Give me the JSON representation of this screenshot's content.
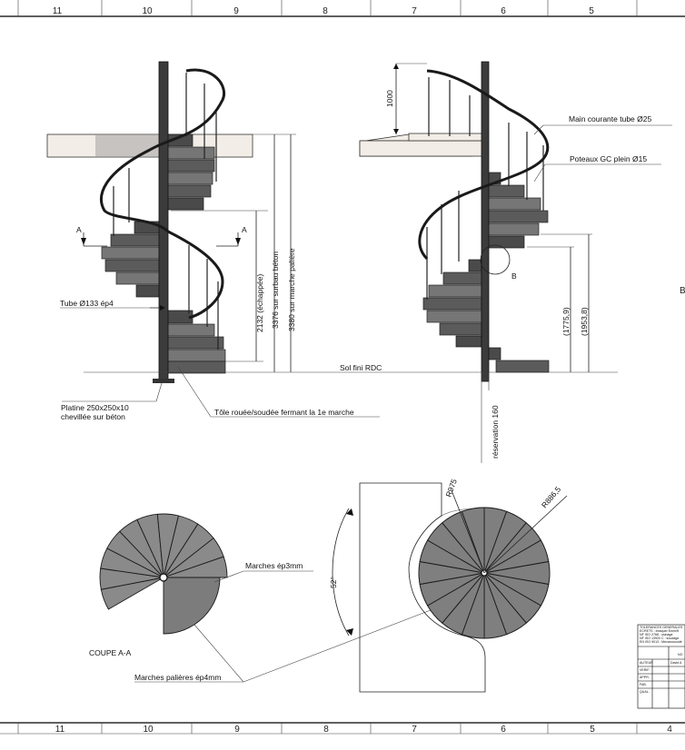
{
  "ruler": {
    "top_numbers": [
      "11",
      "10",
      "9",
      "8",
      "7",
      "6",
      "5"
    ],
    "bottom_numbers": [
      "11",
      "10",
      "9",
      "8",
      "7",
      "6",
      "5",
      "4"
    ]
  },
  "labels": {
    "section_mark_left": "A",
    "section_mark_right": "A",
    "detail_b": "B",
    "border_letter": "B",
    "tube": "Tube Ø133 ép4",
    "platine": "Platine 250x250x10",
    "platine_line2": "chevillée sur béton",
    "tole": "Tôle rouée/soudée fermant la 1e marche",
    "sol": "Sol fini RDC",
    "main_courante": "Main courante tube Ø25",
    "poteaux": "Poteaux GC plein Ø15",
    "marches": "Marches ép3mm",
    "marches_palieres": "Marches palières ép4mm",
    "coupe": "COUPE A-A"
  },
  "dimensions": {
    "echappee": "2132 (échappée)",
    "surbau": "3376 sur surbau béton",
    "marche_paliere": "3380 sur marche palière",
    "rail_height": "1000",
    "h1": "(1775,9)",
    "h2": "(1953,8)",
    "reservation": "réservation 160",
    "angle": "52°",
    "r975": "R975",
    "r886": "R886,5"
  },
  "title_block": {
    "notes": [
      "TOLERANCES GENERALES",
      "ECRETS : ebaquer Emm/ft",
      "NF ISO 2768 : usinage",
      "NF ISO 13920 C : soudage",
      "EN ISO 9013 : Mécanosoudé"
    ],
    "rows": [
      "AUTEUR",
      "VERIF.",
      "APPR.",
      "FAB.",
      "QUAL."
    ],
    "nom_header": "NO",
    "author_name": "David A"
  }
}
